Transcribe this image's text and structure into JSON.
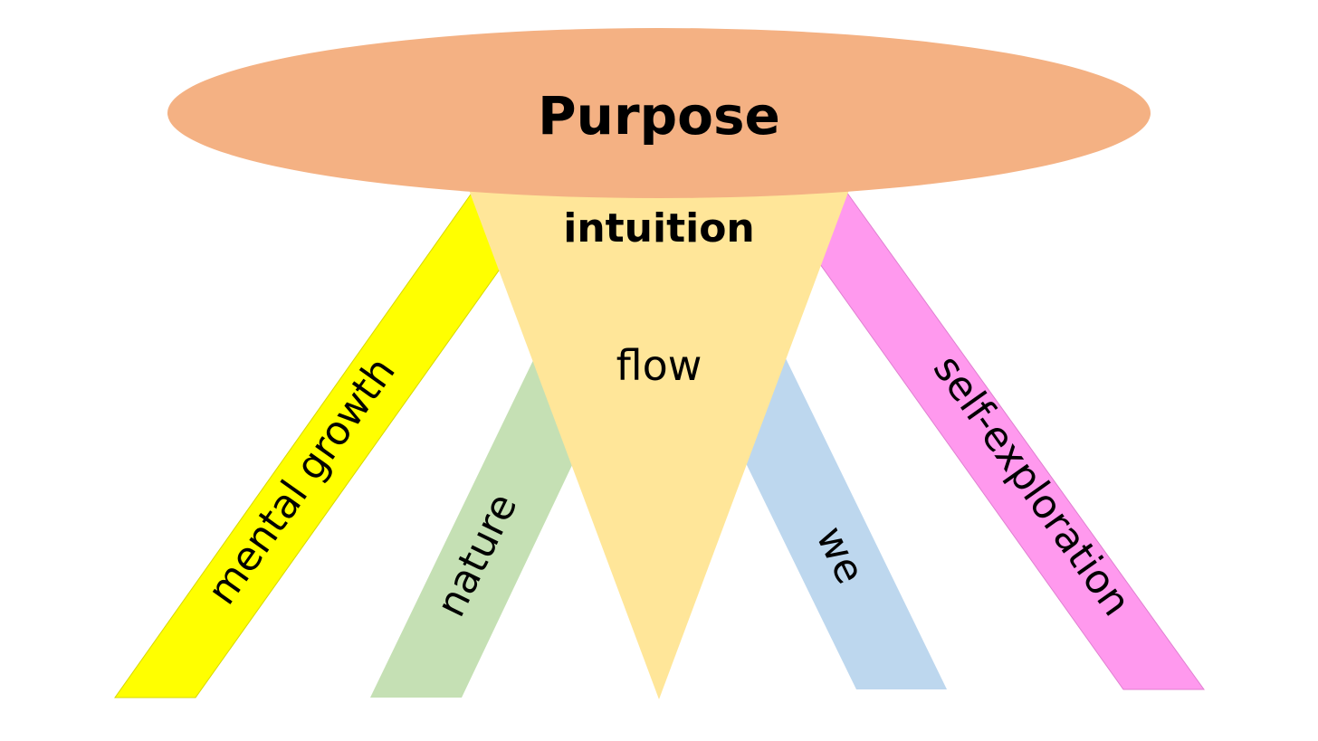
{
  "diagram": {
    "title": "Purpose",
    "center_top": "intuition",
    "center_mid": "flow",
    "pillars": {
      "mental_growth": "mental growth",
      "nature": "nature",
      "we": "we",
      "self_exploration": "self-exploration"
    }
  },
  "colors": {
    "purpose_ellipse": "#F4B183",
    "center_triangle": "#FFE699",
    "mental_growth": "#FFFF00",
    "nature": "#C5E0B4",
    "we": "#BDD7EE",
    "self_exploration": "#FF99EE",
    "text": "#000000"
  }
}
